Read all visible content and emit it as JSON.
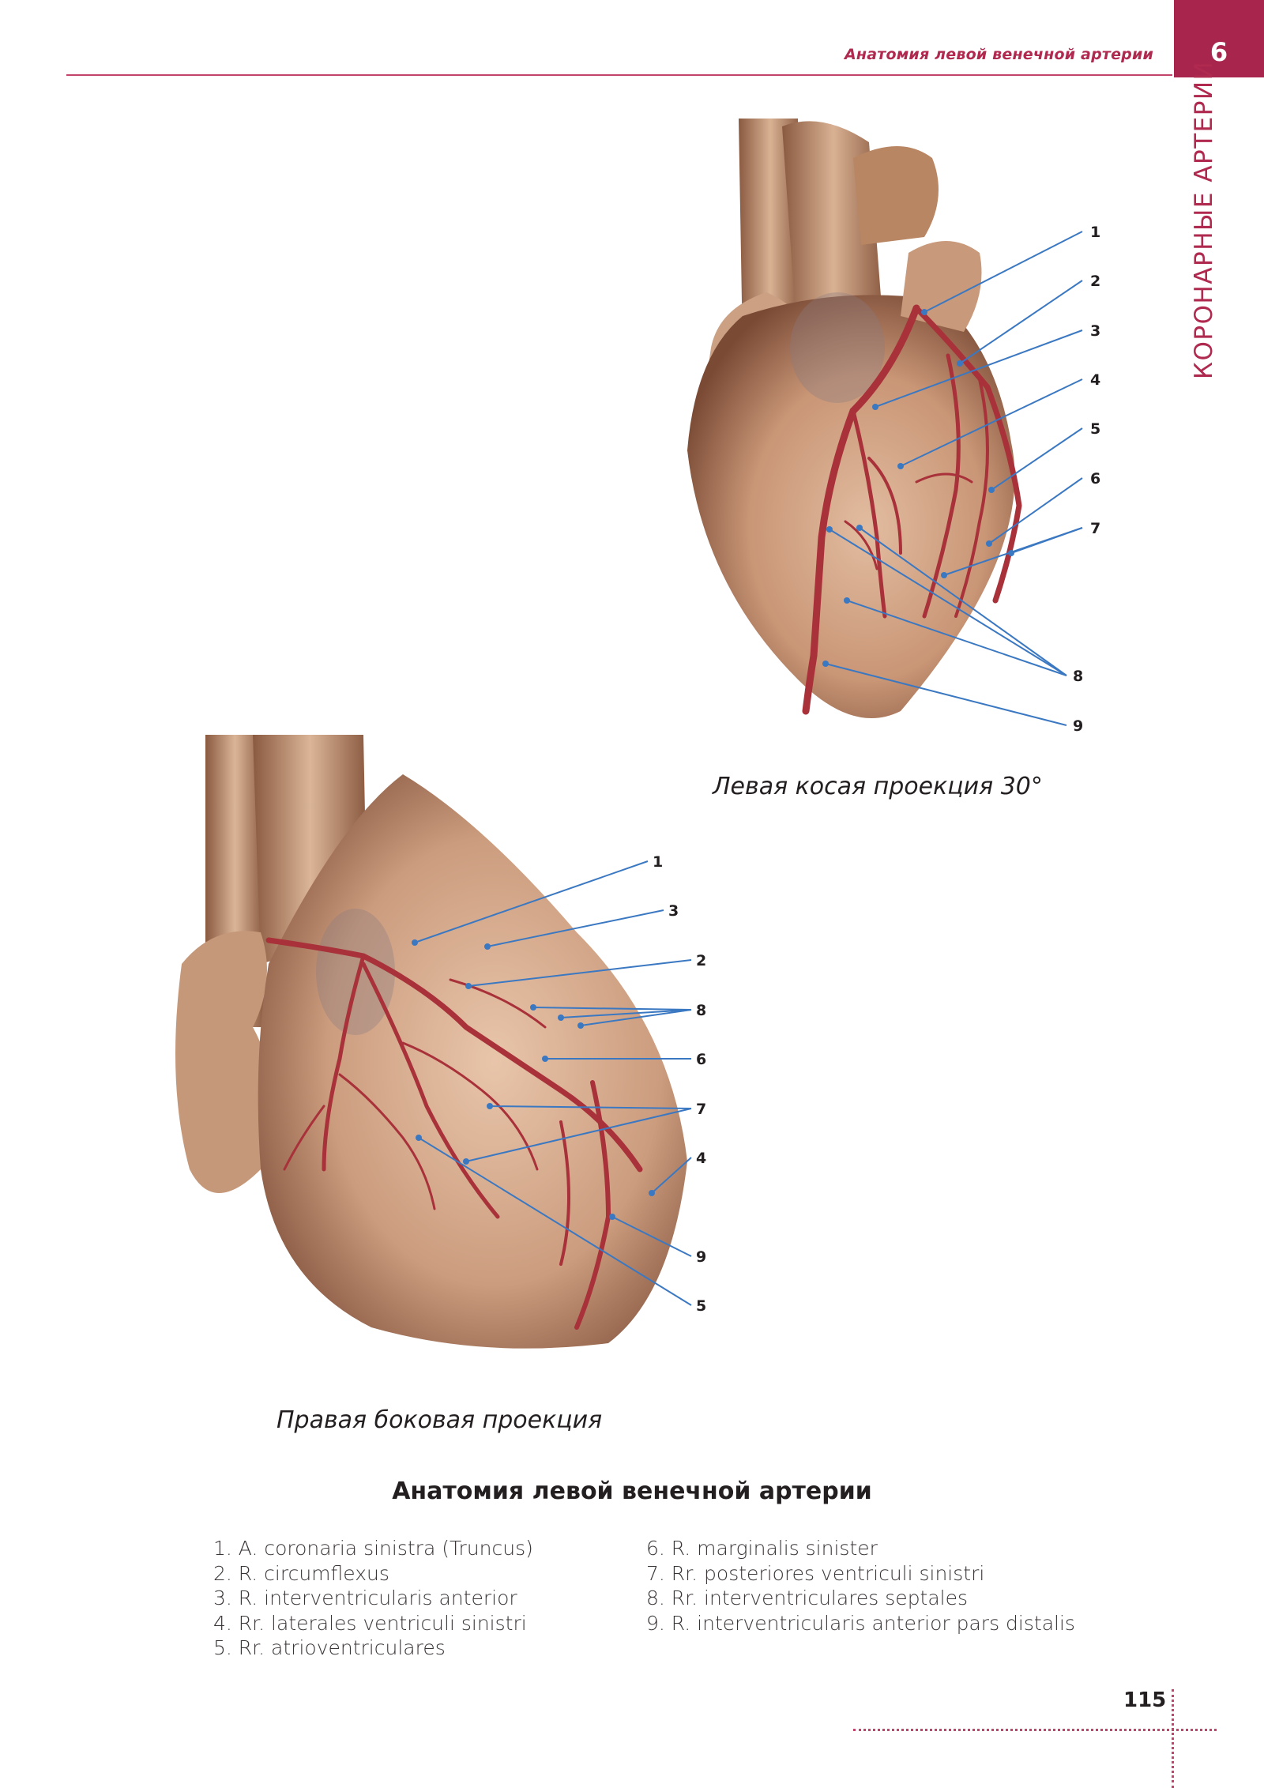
{
  "header": {
    "running_title": "Анатомия левой венечной артерии",
    "chapter_number": "6",
    "side_tab": "КОРОНАРНЫЕ АРТЕРИИ"
  },
  "figures": [
    {
      "caption": "Левая косая проекция 30°",
      "callouts": [
        "1",
        "2",
        "3",
        "4",
        "5",
        "6",
        "7",
        "8",
        "9"
      ]
    },
    {
      "caption": "Правая боковая проекция",
      "callouts": [
        "1",
        "3",
        "2",
        "8",
        "6",
        "7",
        "4",
        "9",
        "5"
      ]
    }
  ],
  "legend": {
    "title": "Анатомия левой венечной артерии",
    "left_column": [
      "1. A. coronaria sinistra (Truncus)",
      "2. R. circumflexus",
      "3. R. interventricularis anterior",
      "4. Rr. laterales ventriculi sinistri",
      "5. Rr. atrioventriculares"
    ],
    "right_column": [
      "6. R. marginalis sinister",
      "7. Rr. posteriores ventriculi sinistri",
      "8. Rr. interventriculares septales",
      "9. R. interventricularis anterior pars distalis"
    ]
  },
  "page_number": "115",
  "colors": {
    "accent": "#a8264e",
    "leader_lines": "#3b78c2",
    "artery": "#a8313a",
    "heart_tissue": "#c99a7a"
  }
}
